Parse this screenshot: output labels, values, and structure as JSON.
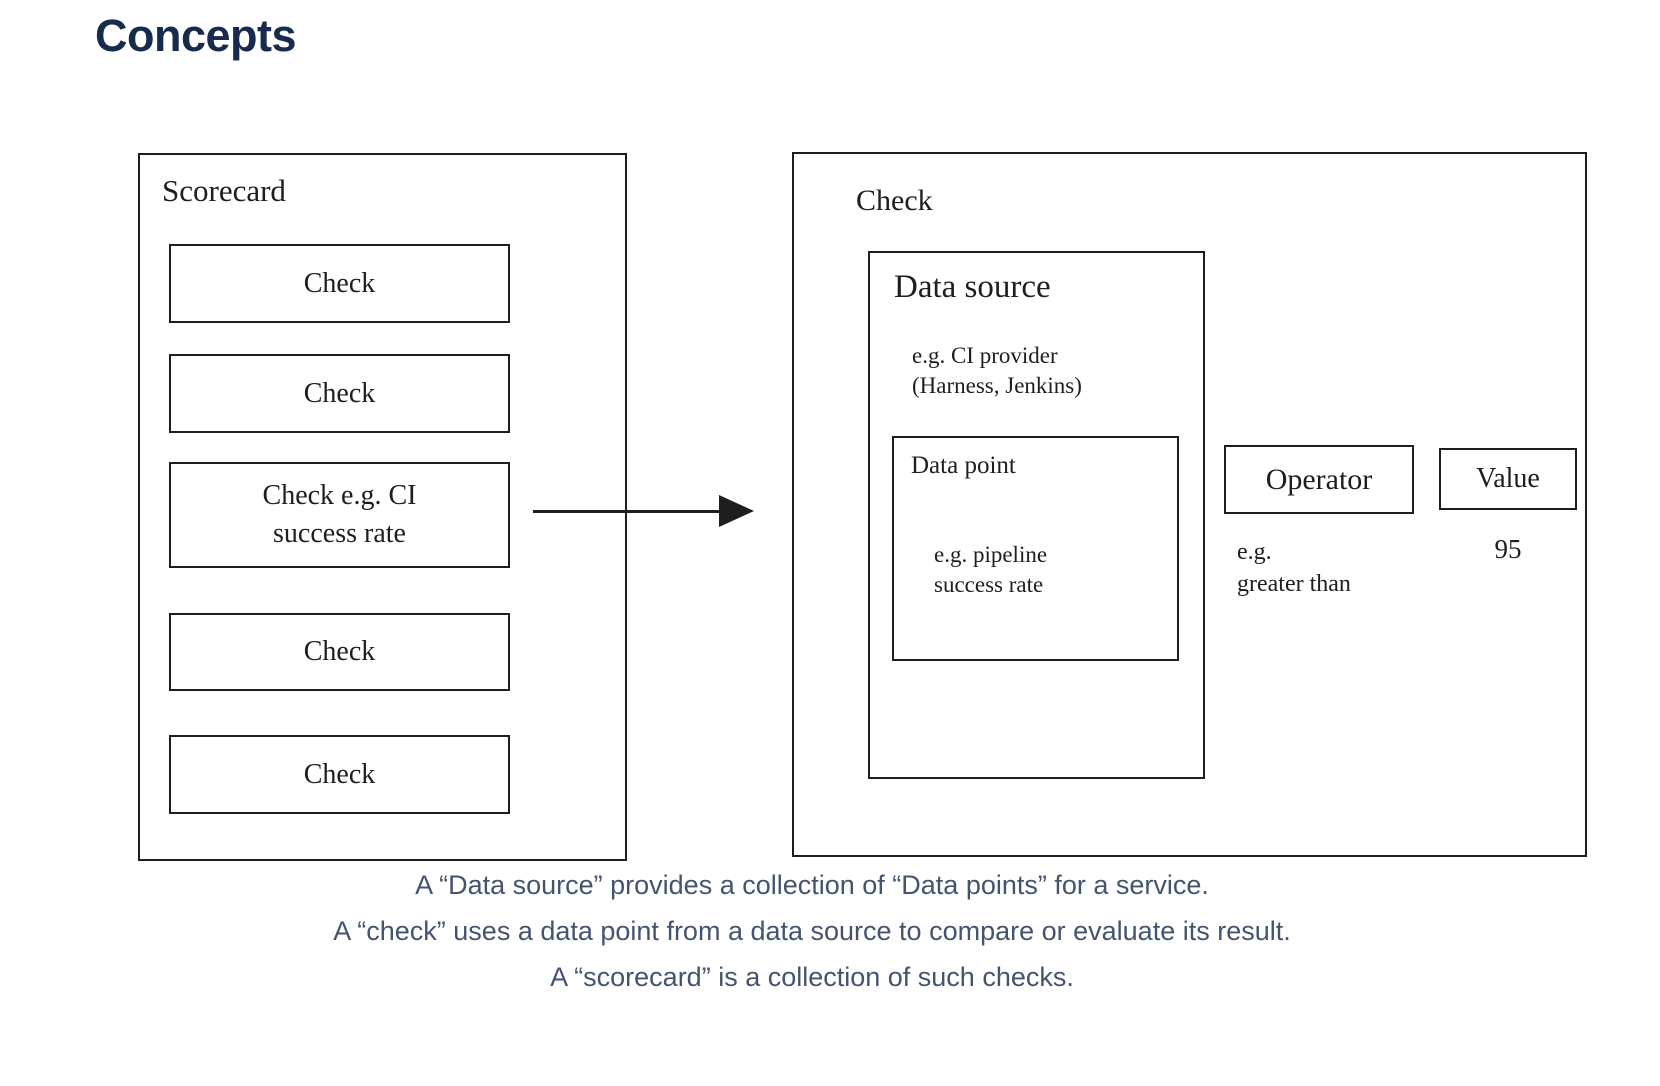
{
  "page": {
    "title": "Concepts"
  },
  "diagram": {
    "scorecard": {
      "label": "Scorecard",
      "checks": [
        "Check",
        "Check",
        "Check e.g. CI\nsuccess rate",
        "Check",
        "Check"
      ]
    },
    "arrow": "right-arrow from scorecard check to check detail",
    "check_detail": {
      "label": "Check",
      "data_source": {
        "title": "Data source",
        "example": "e.g. CI provider\n(Harness, Jenkins)",
        "data_point": {
          "title": "Data point",
          "example": "e.g. pipeline\nsuccess rate"
        }
      },
      "operator": {
        "label": "Operator",
        "example": "e.g.\ngreater than"
      },
      "value": {
        "label": "Value",
        "example": "95"
      }
    }
  },
  "footer": {
    "lines": [
      "A “Data source” provides a collection of “Data points” for a service.",
      "A “check” uses a data point from a data source to compare or evaluate its result.",
      "A “scorecard” is a collection of such checks."
    ]
  },
  "colors": {
    "title": "#172B4D",
    "body_text": "#44546F",
    "stroke": "#1e1e1e",
    "background": "#ffffff"
  }
}
